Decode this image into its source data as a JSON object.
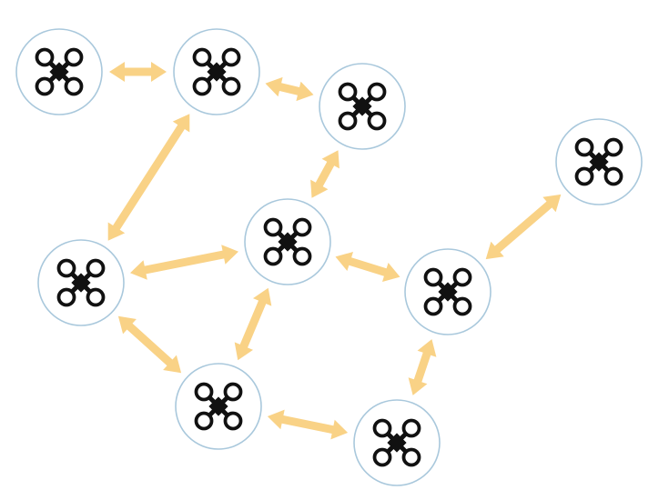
{
  "colors": {
    "background": "#ffffff",
    "node_border": "#a9c8dc",
    "node_fill": "#ffffff",
    "link": "#f9d286",
    "drone": "#111111"
  },
  "icons": {
    "node": "quadcopter-drone-icon",
    "link": "double-headed-arrow"
  },
  "nodes": [
    {
      "id": "d1"
    },
    {
      "id": "d2"
    },
    {
      "id": "d3"
    },
    {
      "id": "d4"
    },
    {
      "id": "d5"
    },
    {
      "id": "d6"
    },
    {
      "id": "d7"
    },
    {
      "id": "d8"
    },
    {
      "id": "d9"
    }
  ],
  "links": [
    {
      "from": "d1",
      "to": "d2"
    },
    {
      "from": "d2",
      "to": "d3"
    },
    {
      "from": "d2",
      "to": "d6"
    },
    {
      "from": "d3",
      "to": "d5"
    },
    {
      "from": "d6",
      "to": "d5"
    },
    {
      "from": "d6",
      "to": "d8"
    },
    {
      "from": "d5",
      "to": "d7"
    },
    {
      "from": "d5",
      "to": "d8"
    },
    {
      "from": "d8",
      "to": "d9"
    },
    {
      "from": "d9",
      "to": "d7"
    },
    {
      "from": "d7",
      "to": "d4"
    }
  ]
}
